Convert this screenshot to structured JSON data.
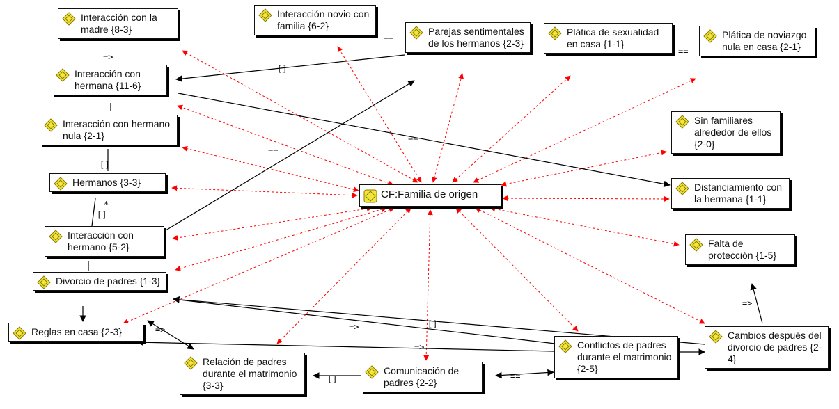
{
  "central": "CF:Familia de origen",
  "nodes": {
    "madre": "Interacción con la madre {8-3}",
    "novio": "Interacción novio con familia {6-2}",
    "parejas": "Parejas sentimentales de los hermanos {2-3}",
    "platica_sex": "Plática de sexualidad en casa {1-1}",
    "platica_nov": "Plática de noviazgo nula en casa {2-1}",
    "hermana": "Interacción con hermana {11-6}",
    "hermano_nula": "Interacción con hermano nula {2-1}",
    "sin_familiares": "Sin familiares alrededor de ellos {2-0}",
    "hermanos": "Hermanos {3-3}",
    "distanciamiento": "Distanciamiento con la hermana {1-1}",
    "hermano": "Interacción con hermano {5-2}",
    "falta_proteccion": "Falta de protección {1-5}",
    "divorcio": "Divorcio de padres {1-3}",
    "reglas": "Reglas en casa {2-3}",
    "cambios": "Cambios después del divorcio de padres {2-4}",
    "conflictos": "Conflictos de padres durante el matrimonio {2-5}",
    "relacion": "Relación de padres durante el matrimonio {3-3}",
    "comunicacion": "Comunicación de padres {2-2}"
  },
  "relation_labels": {
    "eq": "==",
    "imp": "=>",
    "box": "[]",
    "star": "*"
  },
  "colors": {
    "association": "#ff0000",
    "link": "#000000",
    "icon_fill": "#f3e63a",
    "icon_stroke": "#8a7a00"
  }
}
